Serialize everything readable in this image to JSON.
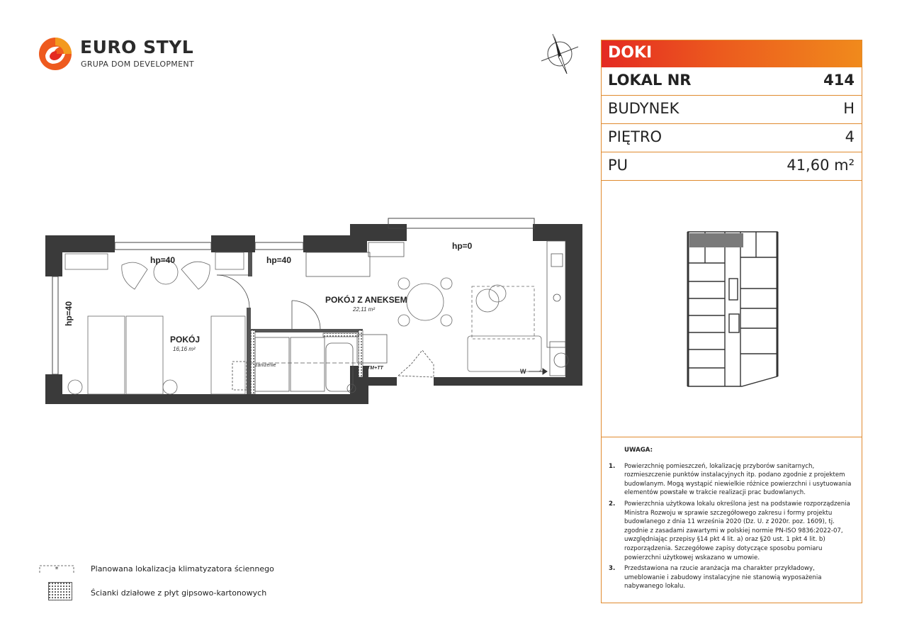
{
  "brand": {
    "name": "EURO STYL",
    "subtitle": "GRUPA DOM DEVELOPMENT",
    "colors": {
      "orange": "#f08a1c",
      "red": "#e42a22",
      "dark": "#2b2b2b"
    }
  },
  "compass_icon": "north-arrow-icon",
  "panel": {
    "header": "DOKI",
    "rows": [
      {
        "label": "LOKAL NR",
        "value": "414"
      },
      {
        "label": "BUDYNEK",
        "value": "H"
      },
      {
        "label": "PIĘTRO",
        "value": "4"
      },
      {
        "label": "PU",
        "value": "41,60 m²"
      }
    ],
    "notes_title": "UWAGA:",
    "notes": [
      {
        "num": "1.",
        "text": "Powierzchnię pomieszczeń, lokalizację przyborów sanitarnych, rozmieszczenie punktów instalacyjnych itp. podano zgodnie z projektem budowlanym. Mogą wystąpić niewielkie różnice powierzchni i usytuowania elementów powstałe w trakcie realizacji prac budowlanych."
      },
      {
        "num": "2.",
        "text": "Powierzchnia użytkowa lokalu określona jest na podstawie rozporządzenia Ministra Rozwoju w sprawie szczegółowego zakresu i formy projektu budowlanego z dnia 11 września 2020 (Dz. U. z 2020r. poz. 1609), tj. zgodnie z zasadami zawartymi w polskiej normie PN-ISO 9836:2022-07, uwzględniając przepisy §14 pkt 4 lit. a) oraz §20 ust. 1 pkt 4 lit. b) rozporządzenia. Szczegółowe zapisy dotyczące sposobu pomiaru powierzchni użytkowej wskazano w umowie."
      },
      {
        "num": "3.",
        "text": "Przedstawiona na rzucie aranżacja ma charakter przykładowy, umeblowanie i zabudowy instalacyjne nie stanowią wyposażenia nabywanego lokalu."
      }
    ]
  },
  "plan": {
    "rooms": [
      {
        "name": "POKÓJ",
        "area": "16,16 m²"
      },
      {
        "name": "POKÓJ Z ANEKSEM",
        "area": "22,11 m²"
      }
    ],
    "heights": [
      "hp=40",
      "hp=40",
      "hp=40",
      "hp=0"
    ],
    "tags": {
      "tm_tt": "TM+TT",
      "zanizenie": "zaniżenie",
      "w": "W"
    }
  },
  "legend": {
    "ac_label": "Planowana lokalizacja klimatyzatora ściennego",
    "gk_label": "Ścianki działowe z płyt gipsowo-kartonowych"
  }
}
